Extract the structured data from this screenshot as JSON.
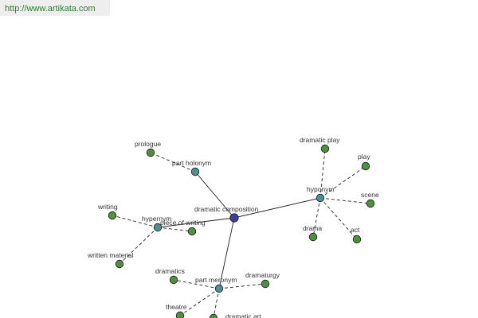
{
  "page": {
    "url": "http://www.artikata.com"
  },
  "colors": {
    "center": "#3f3f9f",
    "relation": "#4f8f8f",
    "leaf": "#4f8f3f",
    "edge": "#222222",
    "label": "#333333",
    "url_text": "#2e7d32"
  },
  "graph": {
    "center": "dramatic composition",
    "relations": [
      {
        "id": "part-holonym",
        "label": "part holonym",
        "leaves": [
          "prologue"
        ]
      },
      {
        "id": "hyponym",
        "label": "hyponym",
        "leaves": [
          "dramatic play",
          "play",
          "scene",
          "act",
          "drama"
        ]
      },
      {
        "id": "hypernym",
        "label": "hypernym",
        "leaves": [
          "writing",
          "piece of writing",
          "written material"
        ]
      },
      {
        "id": "part-meronym",
        "label": "part meronym",
        "leaves": [
          "dramatics",
          "dramaturgy",
          "theatre",
          "dramatic art"
        ]
      }
    ]
  }
}
